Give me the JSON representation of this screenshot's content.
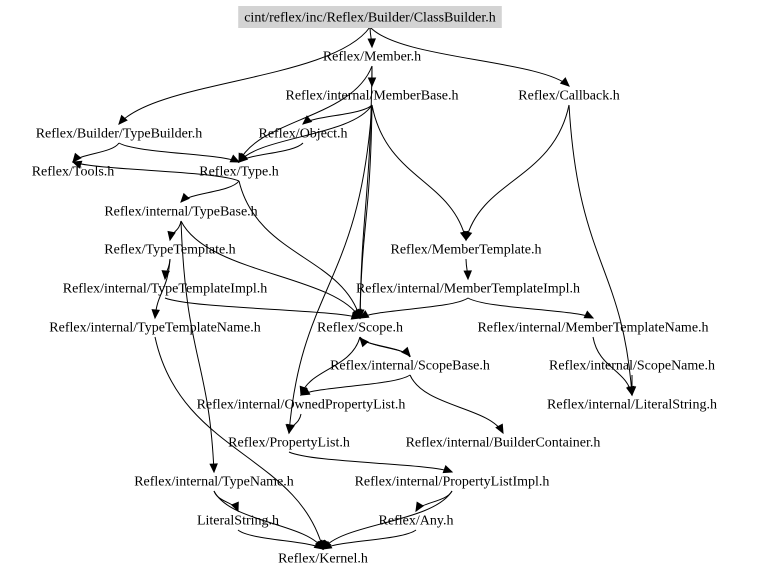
{
  "diagram": {
    "title": "Include dependency graph for cint/reflex/inc/Reflex/Builder/ClassBuilder.h",
    "root_color": "#d3d3d3",
    "nodes": [
      {
        "id": "root",
        "label": "cint/reflex/inc/Reflex/Builder/ClassBuilder.h",
        "root": true
      },
      {
        "id": "member",
        "label": "Reflex/Member.h"
      },
      {
        "id": "memberbase",
        "label": "Reflex/internal/MemberBase.h"
      },
      {
        "id": "callback",
        "label": "Reflex/Callback.h"
      },
      {
        "id": "typebuilder",
        "label": "Reflex/Builder/TypeBuilder.h"
      },
      {
        "id": "object",
        "label": "Reflex/Object.h"
      },
      {
        "id": "tools",
        "label": "Reflex/Tools.h"
      },
      {
        "id": "type",
        "label": "Reflex/Type.h"
      },
      {
        "id": "typebase",
        "label": "Reflex/internal/TypeBase.h"
      },
      {
        "id": "typetemplate",
        "label": "Reflex/TypeTemplate.h"
      },
      {
        "id": "membertemplate",
        "label": "Reflex/MemberTemplate.h"
      },
      {
        "id": "typetemplateimpl",
        "label": "Reflex/internal/TypeTemplateImpl.h"
      },
      {
        "id": "membertemplateimpl",
        "label": "Reflex/internal/MemberTemplateImpl.h"
      },
      {
        "id": "typetemplatename",
        "label": "Reflex/internal/TypeTemplateName.h"
      },
      {
        "id": "scope",
        "label": "Reflex/Scope.h"
      },
      {
        "id": "membertemplatename",
        "label": "Reflex/internal/MemberTemplateName.h"
      },
      {
        "id": "scopebase",
        "label": "Reflex/internal/ScopeBase.h"
      },
      {
        "id": "scopename",
        "label": "Reflex/internal/ScopeName.h"
      },
      {
        "id": "ownedpropertylist",
        "label": "Reflex/internal/OwnedPropertyList.h"
      },
      {
        "id": "literalstring_int",
        "label": "Reflex/internal/LiteralString.h"
      },
      {
        "id": "propertylist",
        "label": "Reflex/PropertyList.h"
      },
      {
        "id": "buildercontainer",
        "label": "Reflex/internal/BuilderContainer.h"
      },
      {
        "id": "typename",
        "label": "Reflex/internal/TypeName.h"
      },
      {
        "id": "propertylistimpl",
        "label": "Reflex/internal/PropertyListImpl.h"
      },
      {
        "id": "literalstring",
        "label": "LiteralString.h"
      },
      {
        "id": "any",
        "label": "Reflex/Any.h"
      },
      {
        "id": "kernel",
        "label": "Reflex/Kernel.h"
      }
    ],
    "edges": [
      {
        "from": "root",
        "to": "member"
      },
      {
        "from": "root",
        "to": "callback"
      },
      {
        "from": "root",
        "to": "typebuilder"
      },
      {
        "from": "member",
        "to": "memberbase"
      },
      {
        "from": "member",
        "to": "type"
      },
      {
        "from": "member",
        "to": "scope"
      },
      {
        "from": "memberbase",
        "to": "object"
      },
      {
        "from": "memberbase",
        "to": "type"
      },
      {
        "from": "memberbase",
        "to": "membertemplate"
      },
      {
        "from": "memberbase",
        "to": "scope"
      },
      {
        "from": "memberbase",
        "to": "propertylist"
      },
      {
        "from": "typebuilder",
        "to": "tools"
      },
      {
        "from": "typebuilder",
        "to": "type"
      },
      {
        "from": "object",
        "to": "type"
      },
      {
        "from": "type",
        "to": "tools"
      },
      {
        "from": "type",
        "to": "typebase"
      },
      {
        "from": "type",
        "to": "scope"
      },
      {
        "from": "callback",
        "to": "membertemplate"
      },
      {
        "from": "callback",
        "to": "literalstring_int"
      },
      {
        "from": "typebase",
        "to": "typetemplate"
      },
      {
        "from": "typebase",
        "to": "scope"
      },
      {
        "from": "typebase",
        "to": "typename"
      },
      {
        "from": "typetemplate",
        "to": "typetemplateimpl"
      },
      {
        "from": "typetemplate",
        "to": "typetemplatename"
      },
      {
        "from": "typetemplateimpl",
        "to": "scope"
      },
      {
        "from": "typetemplatename",
        "to": "kernel"
      },
      {
        "from": "membertemplate",
        "to": "membertemplateimpl"
      },
      {
        "from": "membertemplateimpl",
        "to": "scope"
      },
      {
        "from": "membertemplateimpl",
        "to": "membertemplatename"
      },
      {
        "from": "scope",
        "to": "scopebase"
      },
      {
        "from": "scope",
        "to": "ownedpropertylist"
      },
      {
        "from": "scopebase",
        "to": "scope"
      },
      {
        "from": "scopebase",
        "to": "ownedpropertylist"
      },
      {
        "from": "scopebase",
        "to": "buildercontainer"
      },
      {
        "from": "scopename",
        "to": "literalstring_int"
      },
      {
        "from": "membertemplatename",
        "to": "literalstring_int"
      },
      {
        "from": "ownedpropertylist",
        "to": "propertylist"
      },
      {
        "from": "propertylist",
        "to": "propertylistimpl"
      },
      {
        "from": "propertylistimpl",
        "to": "any"
      },
      {
        "from": "typename",
        "to": "literalstring"
      },
      {
        "from": "typename",
        "to": "kernel"
      },
      {
        "from": "literalstring",
        "to": "kernel"
      },
      {
        "from": "any",
        "to": "kernel"
      },
      {
        "from": "propertylistimpl",
        "to": "kernel"
      }
    ]
  }
}
